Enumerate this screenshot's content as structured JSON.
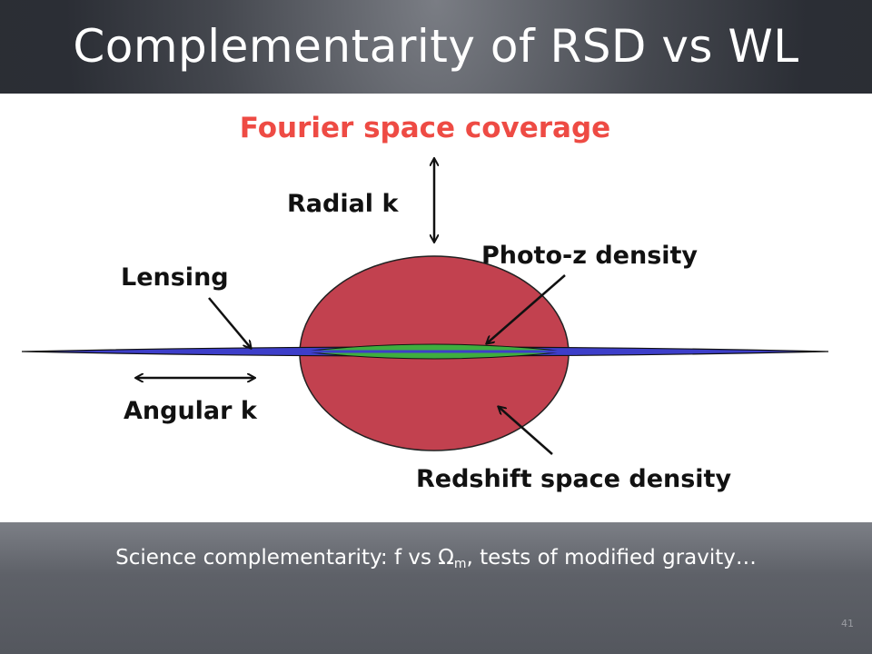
{
  "slide": {
    "title": "Complementarity of RSD vs WL",
    "caption_before": "Science complementarity: f vs ",
    "caption_symbol": "Ω",
    "caption_subscript": "m",
    "caption_after": ", tests of modified gravity…",
    "page_number": "41"
  },
  "diagram": {
    "heading": "Fourier space coverage",
    "labels": {
      "radial_k": "Radial k",
      "photo_z": "Photo-z density",
      "lensing": "Lensing",
      "angular_k": "Angular k",
      "redshift_space": "Redshift space density"
    },
    "colors": {
      "heading": "#ee4b44",
      "ellipse": "#c2414f",
      "lensing_band": "#3d3ec9",
      "photo_z_band": "#3fae3f",
      "label": "#111111"
    }
  }
}
